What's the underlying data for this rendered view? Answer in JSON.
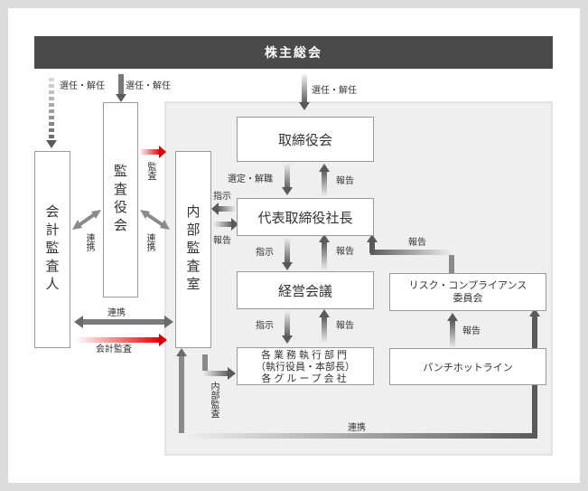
{
  "header": {
    "shareholders": "株主総会"
  },
  "boxes": {
    "auditor": "会計監査人",
    "corporate_auditors": "監査役会",
    "internal_audit": "内部監査室",
    "board": "取締役会",
    "president": "代表取締役社長",
    "management": "経営会議",
    "divisions_line1": "各業務執行部門",
    "divisions_line2": "（執行役員・本部長）",
    "divisions_line3": "各グループ会社",
    "compliance_line1": "リスク・コンプライアンス",
    "compliance_line2": "委員会",
    "hotline": "パンチホットライン"
  },
  "labels": {
    "appoint_dismiss_1": "選任・解任",
    "appoint_dismiss_2": "選任・解任",
    "appoint_dismiss_3": "選任・解任",
    "audit": "監査",
    "cooperation_1": "連携",
    "cooperation_2": "連携",
    "cooperation_3": "連携",
    "cooperation_4": "連携",
    "accounting_audit": "会計監査",
    "select_dismiss": "選定・解職",
    "report_board": "報告",
    "instruct_internal": "指示",
    "report_internal": "報告",
    "instruct_mgmt": "指示",
    "report_president": "報告",
    "report_compliance": "報告",
    "instruct_div": "指示",
    "report_mgmt": "報告",
    "report_hotline": "報告",
    "internal_audit_arrow": "内部監査"
  },
  "colors": {
    "header_bg": "#4a4a4a",
    "arrow": "#6e6e6e",
    "accent_red": "#e00000",
    "panel_bg": "#efefef"
  }
}
